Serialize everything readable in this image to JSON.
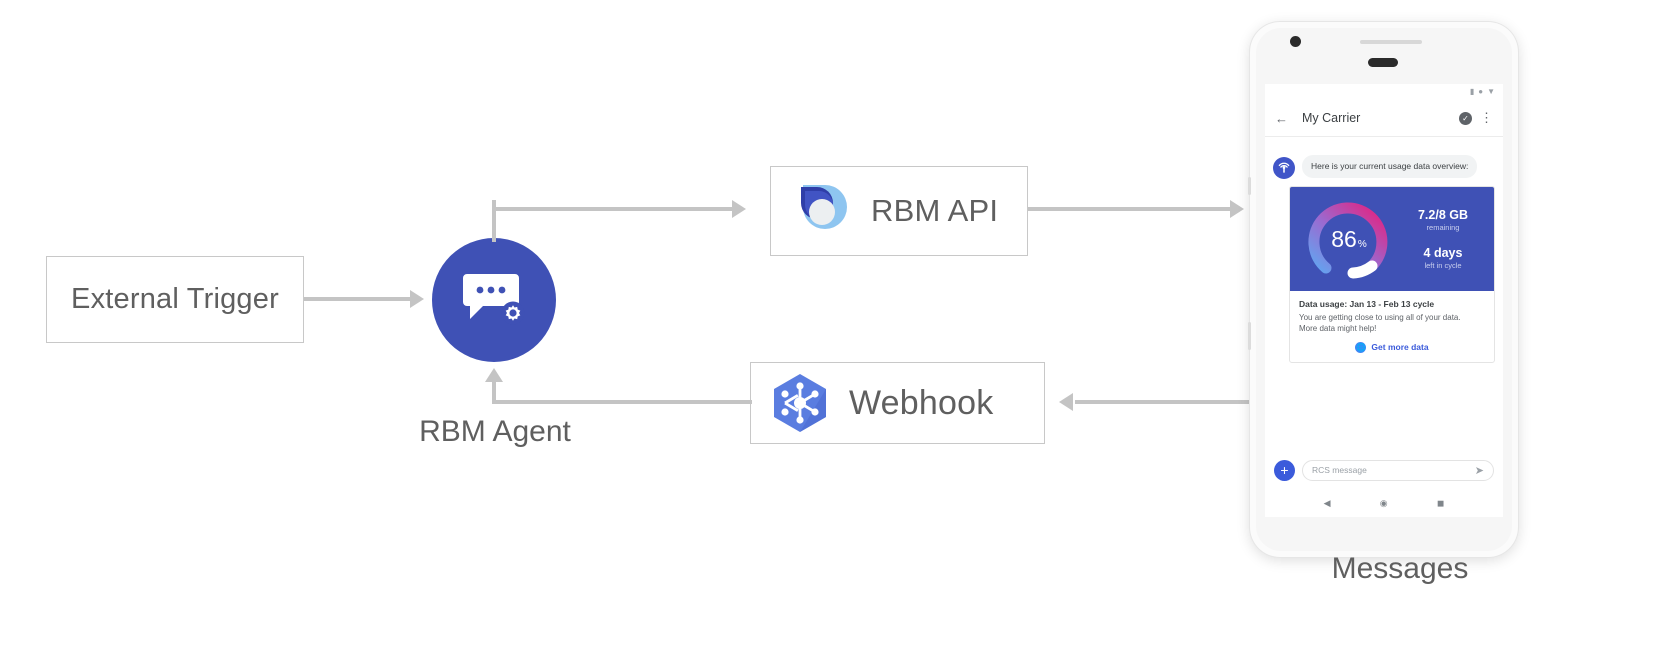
{
  "diagram": {
    "title": "RBM Agent architecture flow",
    "nodes": {
      "external_trigger": {
        "label": "External Trigger"
      },
      "rbm_agent": {
        "label": "RBM Agent",
        "icon": "chat-bubble-gear-icon"
      },
      "rbm_api": {
        "label": "RBM API",
        "icon": "rbm-api-droplet-logo"
      },
      "webhook": {
        "label": "Webhook",
        "icon": "cloud-functions-hexagon-icon"
      },
      "messages": {
        "label": "Messages"
      }
    },
    "colors": {
      "agent_blue": "#3f51b5",
      "webhook_blue": "#5a7de0",
      "api_light_blue": "#8ec5f0",
      "api_dark_blue": "#2f3ea8",
      "connector_gray": "#c4c4c4",
      "box_border": "#c8c8c8",
      "label_gray": "#5f5f5f"
    }
  },
  "phone": {
    "statusbar": {
      "icons": [
        "signal-icon",
        "wifi-icon",
        "battery-icon"
      ]
    },
    "appbar": {
      "back_icon": "back-arrow-icon",
      "title": "My Carrier",
      "verified_icon": "verified-shield-icon",
      "overflow_icon": "more-vert-icon"
    },
    "conversation": {
      "bot_avatar_icon": "carrier-signal-avatar-icon",
      "message": "Here is your current usage data overview:",
      "card": {
        "gauge": {
          "percent": "86",
          "symbol": "%"
        },
        "data_remaining": {
          "value": "7.2/8 GB",
          "caption": "remaining"
        },
        "days_left": {
          "value": "4 days",
          "caption": "left in cycle"
        },
        "title": "Data usage: Jan 13 - Feb 13 cycle",
        "description_line1": "You are getting close to using all of your data.",
        "description_line2": "More data might help!",
        "action": {
          "icon": "globe-icon",
          "label": "Get more data"
        }
      }
    },
    "composer": {
      "add_icon": "plus-icon",
      "placeholder": "RCS message",
      "send_icon": "send-icon"
    },
    "navbar": {
      "back": "back-triangle-icon",
      "home": "home-circle-icon",
      "recents": "recents-square-icon"
    }
  }
}
